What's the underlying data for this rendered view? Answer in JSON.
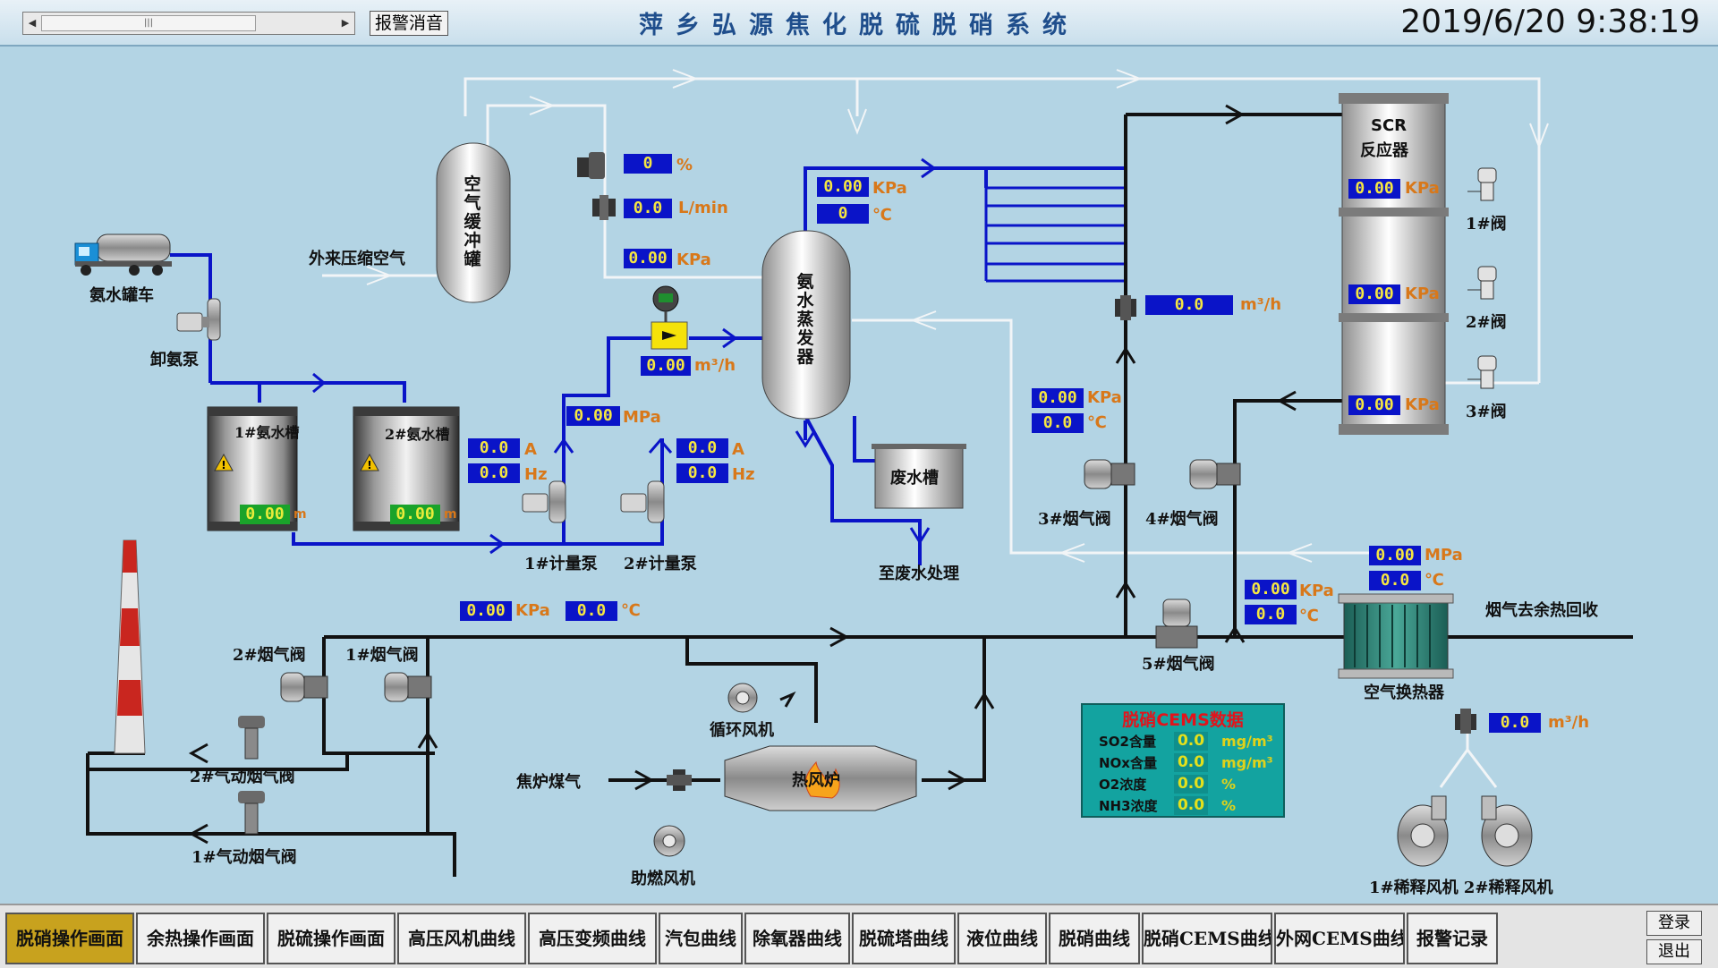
{
  "header": {
    "alarm_silence": "报警消音",
    "title": "萍乡弘源焦化脱硫脱硝系统",
    "datetime": "2019/6/20 9:38:19"
  },
  "equipment": {
    "ammonia_truck": "氨水罐车",
    "unload_pump": "卸氨泵",
    "tank1": "1#氨水槽",
    "tank2": "2#氨水槽",
    "air_buffer_tank": "空气缓冲罐",
    "external_air": "外来压缩空气",
    "evaporator": "氨水蒸发器",
    "waste_tank": "废水槽",
    "to_wastewater": "至废水处理",
    "meter_pump1": "1#计量泵",
    "meter_pump2": "2#计量泵",
    "scr_reactor_line1": "SCR",
    "scr_reactor_line2": "反应器",
    "valve1": "1#阀",
    "valve2": "2#阀",
    "valve3": "3#阀",
    "flue_valve3": "3#烟气阀",
    "flue_valve4": "4#烟气阀",
    "flue_valve5": "5#烟气阀",
    "flue_valve2": "2#烟气阀",
    "flue_valve1": "1#烟气阀",
    "pneumatic_valve2": "2#气动烟气阀",
    "pneumatic_valve1": "1#气动烟气阀",
    "air_heat_exchanger": "空气换热器",
    "flue_to_heat_recovery": "烟气去余热回收",
    "circulating_fan": "循环风机",
    "coke_oven_gas": "焦炉煤气",
    "hot_air_furnace": "热风炉",
    "combustion_fan": "助燃风机",
    "dilution_fans": "1#稀释风机 2#稀释风机"
  },
  "readings": {
    "valve_open": {
      "value": "0",
      "unit": "%"
    },
    "air_flow": {
      "value": "0.0",
      "unit": "L/min"
    },
    "air_pressure": {
      "value": "0.00",
      "unit": "KPa"
    },
    "evap_pressure": {
      "value": "0.00",
      "unit": "KPa"
    },
    "evap_temp": {
      "value": "0",
      "unit": "℃"
    },
    "ammonia_flow": {
      "value": "0.00",
      "unit": "m³/h"
    },
    "meter_outlet_pressure": {
      "value": "0.00",
      "unit": "MPa"
    },
    "tank1_level": {
      "value": "0.00",
      "unit": "m"
    },
    "tank2_level": {
      "value": "0.00",
      "unit": "m"
    },
    "pump1_current": {
      "value": "0.0",
      "unit": "A"
    },
    "pump1_freq": {
      "value": "0.0",
      "unit": "Hz"
    },
    "pump2_current": {
      "value": "0.0",
      "unit": "A"
    },
    "pump2_freq": {
      "value": "0.0",
      "unit": "Hz"
    },
    "scr_p1": {
      "value": "0.00",
      "unit": "KPa"
    },
    "scr_p2": {
      "value": "0.00",
      "unit": "KPa"
    },
    "scr_p3": {
      "value": "0.00",
      "unit": "KPa"
    },
    "mix_flow": {
      "value": "0.0",
      "unit": "m³/h"
    },
    "inlet_pressure": {
      "value": "0.00",
      "unit": "KPa"
    },
    "inlet_temp": {
      "value": "0.0",
      "unit": "℃"
    },
    "hx_pressure": {
      "value": "0.00",
      "unit": "MPa"
    },
    "hx_temp": {
      "value": "0.0",
      "unit": "℃"
    },
    "outlet_pressure": {
      "value": "0.00",
      "unit": "KPa"
    },
    "outlet_temp": {
      "value": "0.0",
      "unit": "℃"
    },
    "main_pressure": {
      "value": "0.00",
      "unit": "KPa"
    },
    "main_temp": {
      "value": "0.0",
      "unit": "℃"
    },
    "dilution_flow": {
      "value": "0.0",
      "unit": "m³/h"
    }
  },
  "cems": {
    "title": "脱硝CEMS数据",
    "rows": [
      {
        "name": "SO2含量",
        "value": "0.0",
        "unit": "mg/m³"
      },
      {
        "name": "NOx含量",
        "value": "0.0",
        "unit": "mg/m³"
      },
      {
        "name": "O2浓度",
        "value": "0.0",
        "unit": "%"
      },
      {
        "name": "NH3浓度",
        "value": "0.0",
        "unit": "%"
      }
    ]
  },
  "nav": {
    "buttons": [
      "脱硝操作画面",
      "余热操作画面",
      "脱硫操作画面",
      "高压风机曲线",
      "高压变频曲线",
      "汽包曲线",
      "除氧器曲线",
      "脱硫塔曲线",
      "液位曲线",
      "脱硝曲线",
      "脱硝CEMS曲线",
      "外网CEMS曲线",
      "报警记录"
    ],
    "active_index": 0,
    "login": "登录",
    "logout": "退出"
  },
  "colors": {
    "background": "#b3d4e4",
    "pipe_blue": "#0a14c8",
    "pipe_black": "#111111",
    "pipe_white": "#f2f5f7",
    "value_box": "#0a14c8",
    "value_text": "#f5e642",
    "unit_text": "#d8781a",
    "active_tab": "#c8a21e"
  }
}
